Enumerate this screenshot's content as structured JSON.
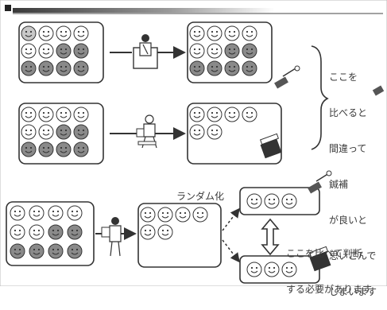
{
  "labels": {
    "compare_before": [
      "ここを",
      "比べると",
      "間違って",
      "鍼補",
      "が良いと",
      "思いこんで",
      "しまいます"
    ],
    "randomize": "ランダム化",
    "compare_after": [
      "ここを比べて判断",
      "する必要があります"
    ]
  },
  "colors": {
    "ink": "#333333",
    "face_white": "#ffffff",
    "face_light": "#c8c8c8",
    "face_dark": "#8a8a8a"
  },
  "panels": {
    "top_left": {
      "rows": [
        [
          "light",
          "white",
          "white",
          "white"
        ],
        [
          "white",
          "white",
          "dark",
          "dark"
        ],
        [
          "dark",
          "dark",
          "dark",
          "dark"
        ]
      ]
    },
    "top_right": {
      "rows": [
        [
          "white",
          "white",
          "white",
          "white"
        ],
        [
          "white",
          "white",
          "dark",
          "dark"
        ],
        [
          "dark",
          "dark",
          "dark",
          "dark"
        ]
      ]
    },
    "mid_left": {
      "rows": [
        [
          "white",
          "white",
          "white",
          "white"
        ],
        [
          "white",
          "white",
          "dark",
          "dark"
        ],
        [
          "dark",
          "dark",
          "dark",
          "dark"
        ]
      ]
    },
    "mid_right": {
      "rows": [
        [
          "white",
          "white",
          "white",
          "white"
        ],
        [
          "white",
          "white"
        ]
      ]
    },
    "bottom_left": {
      "rows": [
        [
          "white",
          "white",
          "white",
          "white"
        ],
        [
          "white",
          "white",
          "dark",
          "dark"
        ],
        [
          "dark",
          "dark",
          "dark",
          "dark"
        ]
      ]
    },
    "random": {
      "rows": [
        [
          "white",
          "white",
          "white",
          "white"
        ],
        [
          "white",
          "white"
        ]
      ]
    },
    "group_top": {
      "rows": [
        [
          "white",
          "white",
          "white"
        ]
      ]
    },
    "group_bottom": {
      "rows": [
        [
          "white",
          "white",
          "white"
        ]
      ]
    }
  }
}
